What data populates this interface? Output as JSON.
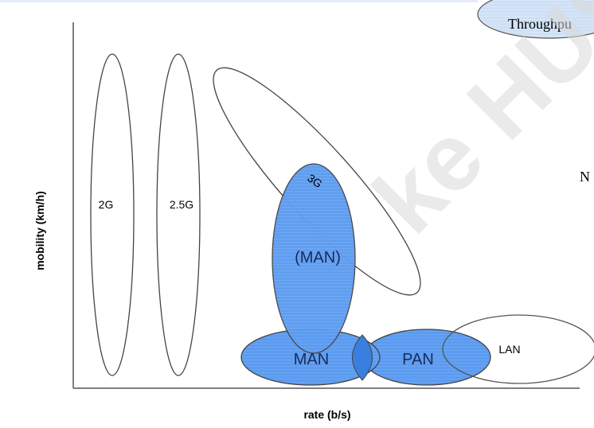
{
  "diagram": {
    "y_axis_label": "mobility (km/h)",
    "x_axis_label": "rate (b/s)",
    "regions": {
      "2g": "2G",
      "2_5g": "2.5G",
      "3g": "3G",
      "man_vertical": "(MAN)",
      "man": "MAN",
      "pan": "PAN",
      "lan": "LAN"
    },
    "top_right_label": "Throughpu",
    "side_text": "N",
    "watermark": "ke HUS"
  },
  "colors": {
    "blue_fill": "#5b9bf0",
    "blue_dark": "#3a7fe0",
    "light_blue": "#cfe0f5",
    "outline": "#444444"
  }
}
